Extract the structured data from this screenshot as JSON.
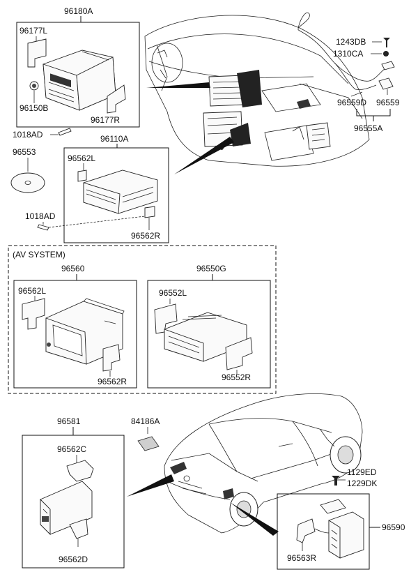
{
  "labels": {
    "p96180A": "96180A",
    "p96177L": "96177L",
    "p96150B": "96150B",
    "p96177R": "96177R",
    "p1018AD_a": "1018AD",
    "p96110A": "96110A",
    "p96553": "96553",
    "p96562L_a": "96562L",
    "p1018AD_b": "1018AD",
    "p96562R_a": "96562R",
    "p1243DB": "1243DB",
    "p1310CA": "1310CA",
    "p96559D": "96559D",
    "p96559": "96559",
    "p96555A": "96555A",
    "av_system": "(AV SYSTEM)",
    "p96560": "96560",
    "p96562L_b": "96562L",
    "p96562R_b": "96562R",
    "p96550G": "96550G",
    "p96552L": "96552L",
    "p96552R": "96552R",
    "p96581": "96581",
    "p96562C": "96562C",
    "p96562D": "96562D",
    "p84186A": "84186A",
    "p1129ED": "1129ED",
    "p1229DK": "1229DK",
    "p96590": "96590",
    "p96563R": "96563R"
  }
}
